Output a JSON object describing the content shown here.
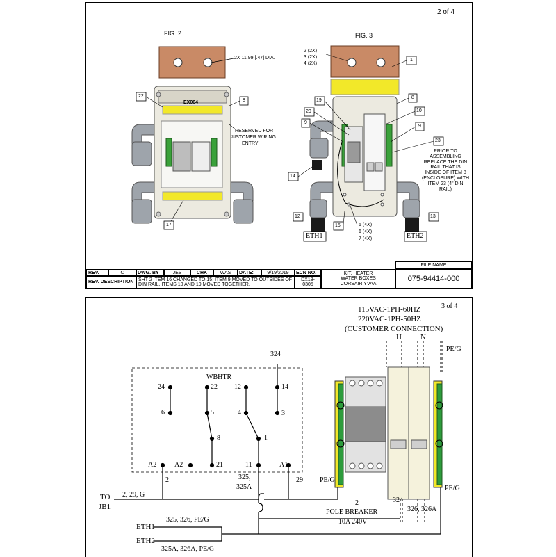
{
  "sheet1": {
    "page_number": "2 of 4",
    "fig2": {
      "title": "FIG. 2",
      "dia_note": "2X 11.99 [.47] DIA.",
      "label_plate": "EX004",
      "callout_22": "22",
      "callout_8": "8",
      "callout_17": "17",
      "reserved_note_1": "RESERVED FOR",
      "reserved_note_2": "CUSTOMER WIRING",
      "reserved_note_3": "ENTRY"
    },
    "fig3": {
      "title": "FIG. 3",
      "qty_line_1": "2 (2X)",
      "qty_line_2": "3 (2X)",
      "qty_line_3": "4 (2X)",
      "callout_1": "1",
      "callout_8": "8",
      "callout_19": "19",
      "callout_20": "20",
      "callout_10": "10",
      "callout_9_left": "9",
      "callout_9_right": "9",
      "callout_23": "23",
      "callout_14": "14",
      "callout_12": "12",
      "callout_15": "15",
      "callout_13": "13",
      "qty_5": "5 (4X)",
      "qty_6": "6 (4X)",
      "qty_7": "7 (4X)",
      "eth1": "ETH1",
      "eth2": "ETH2",
      "din_note": [
        "PRIOR TO",
        "ASSEMBLING",
        "REPLACE THE DIN",
        "RAIL THAT IS",
        "INSIDE OF ITEM 8",
        "(ENCLOSURE) WITH",
        "ITEM 23 (4\" DIN",
        "RAIL)"
      ]
    },
    "title_block": {
      "rev_label": "REV.",
      "rev_value": "C",
      "dwg_by_label": "DWG. BY",
      "dwg_by_value": "JES",
      "chk_label": "CHK",
      "chk_value": "WAS",
      "date_label": "DATE:",
      "date_value": "9/19/2019",
      "ecn_label": "ECN NO.",
      "ecn_value": "DX18-0305",
      "rev_desc_label": "REV. DESCRIPTION",
      "rev_desc_value": "SHT 2 ITEM 16 CHANGED TO 15; ITEM 9 MOVED TO OUTSIDES OF DIN RAIL, ITEMS 10 AND 19 MOVED TOGETHER.",
      "title_1": "KIT, HEATER",
      "title_2": "WATER BOXES",
      "title_3": "CORSAIR YVAA",
      "file_name_label": "FILE NAME",
      "file_name_value": "075-94414-000"
    }
  },
  "sheet2": {
    "page_number": "3 of 4",
    "supply_1": "115VAC-1PH-60HZ",
    "supply_2": "220VAC-1PH-50HZ",
    "supply_3": "(CUSTOMER CONNECTION)",
    "h_label": "H",
    "n_label": "N",
    "peg_top": "PE/G",
    "wbhtr": "WBHTR",
    "terminals": {
      "t324": "324",
      "t24": "24",
      "t22": "22",
      "t12": "12",
      "t14": "14",
      "t6": "6",
      "t5": "5",
      "t4": "4",
      "t3": "3",
      "t8": "8",
      "t1": "1",
      "a2a": "A2",
      "a2b": "A2",
      "t21": "21",
      "t11": "11",
      "a1": "A1"
    },
    "wire_2": "2",
    "wire_325": "325,",
    "wire_325a": "325A",
    "wire_29": "29",
    "peg_left": "PE/G",
    "peg_right": "PE/G",
    "to_jb1_1": "TO",
    "to_jb1_2": "JB1",
    "wires_229g": "2, 29, G",
    "breaker_2": "2",
    "breaker_1": "POLE BREAKER",
    "breaker_2b": "10A 240V",
    "wire_324b": "324",
    "wire_326": "326, 326A",
    "eth1": "ETH1",
    "eth2": "ETH2",
    "eth1_wires": "325, 326, PE/G",
    "eth2_wires": "325A, 326A, PE/G"
  }
}
